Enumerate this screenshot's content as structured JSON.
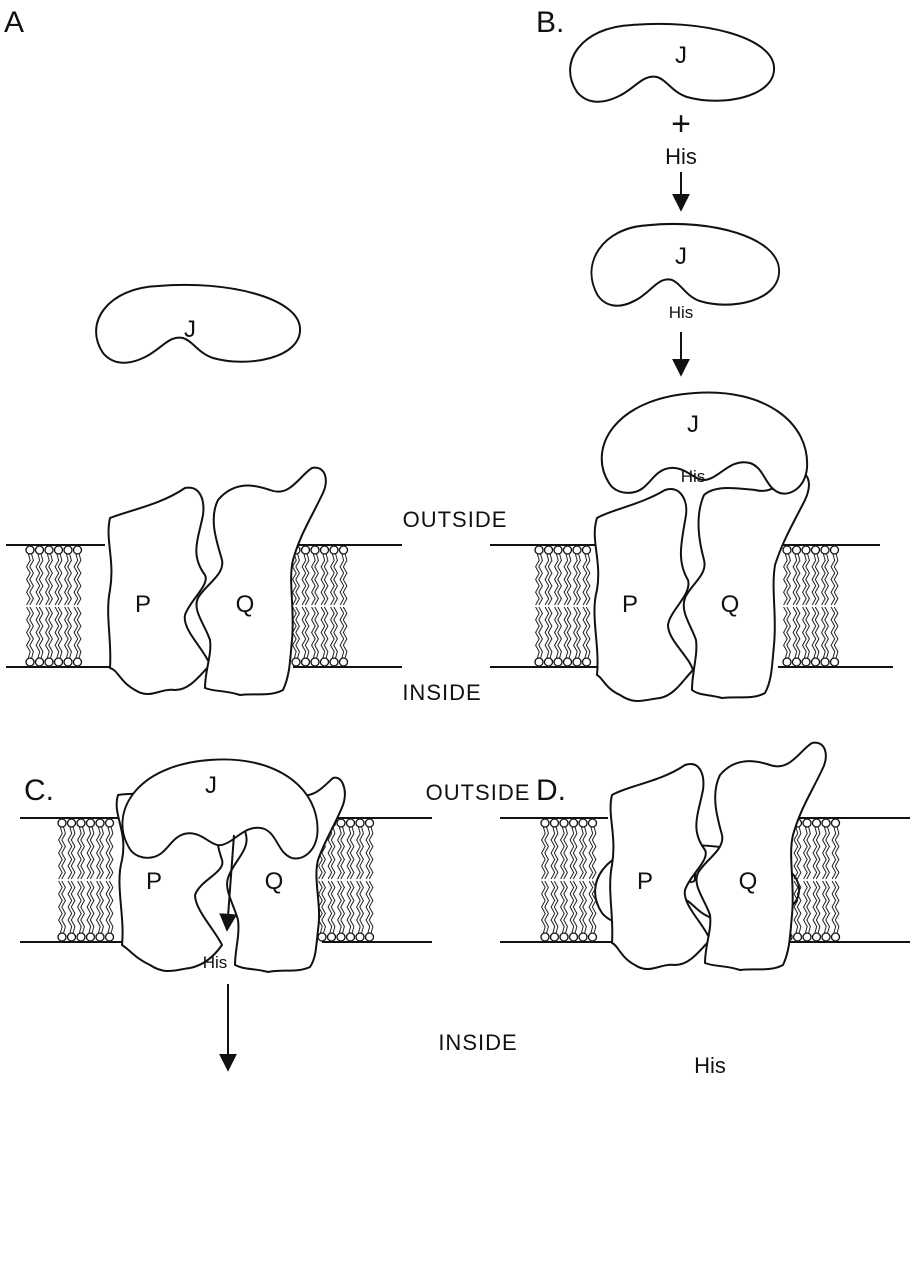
{
  "panels": {
    "a": {
      "label": "A",
      "j": "J",
      "p": "P",
      "q": "Q",
      "outside": "OUTSIDE",
      "inside": "INSIDE"
    },
    "b": {
      "label": "B.",
      "j1": "J",
      "plus": "+",
      "his1": "His",
      "j2": "J",
      "his2": "His",
      "j3": "J",
      "his3": "His",
      "p": "P",
      "q": "Q"
    },
    "c": {
      "label": "C.",
      "j": "J",
      "p": "P",
      "q": "Q",
      "his": "His",
      "outside": "OUTSIDE",
      "inside": "INSIDE"
    },
    "d": {
      "label": "D.",
      "j": "J",
      "p": "P",
      "q": "Q",
      "his": "His"
    }
  },
  "colors": {
    "ink": "#111111",
    "background": "#ffffff"
  }
}
